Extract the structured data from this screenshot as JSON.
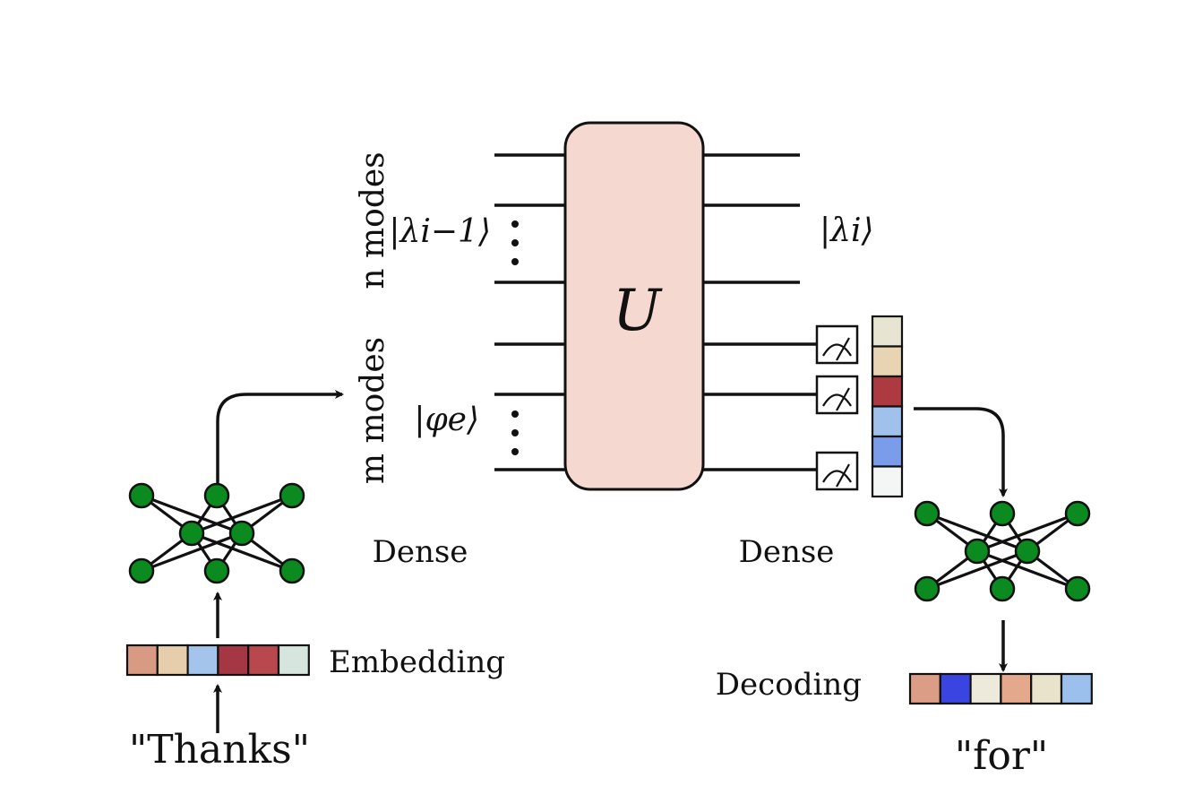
{
  "diagram": {
    "unitary_label": "U",
    "upper_state_label": "|λi−1⟩",
    "lower_state_label": "|φe⟩",
    "output_state_label": "|λi⟩",
    "n_modes_label": "n modes",
    "m_modes_label": "m modes",
    "dense_left_label": "Dense",
    "dense_right_label": "Dense",
    "embedding_label": "Embedding",
    "decoding_label": "Decoding",
    "input_word": "\"Thanks\"",
    "output_word": "\"for\"",
    "dots_glyph": "⋮"
  },
  "colors": {
    "unitary_fill": "#f5d8cf",
    "node_fill": "#0a8a1f",
    "input_embedding": [
      "#d99a84",
      "#e6cdab",
      "#a4c4ec",
      "#a43743",
      "#b8474e",
      "#d6e6df"
    ],
    "output_probs": [
      "#e8e4d2",
      "#e8d3b2",
      "#ad3a41",
      "#9fc1ec",
      "#7b9cea",
      "#f3f6f4"
    ],
    "output_embedding": [
      "#dc9d86",
      "#3a44e0",
      "#eeeadb",
      "#e4a98d",
      "#e8e3ca",
      "#9cc0ee"
    ]
  }
}
